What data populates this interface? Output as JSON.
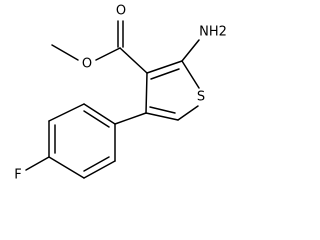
{
  "molecule": {
    "atoms": {
      "oxygen_carbonyl": "O",
      "oxygen_ester": "O",
      "amino": "NH2",
      "sulfur": "S",
      "fluorine": "F"
    }
  }
}
